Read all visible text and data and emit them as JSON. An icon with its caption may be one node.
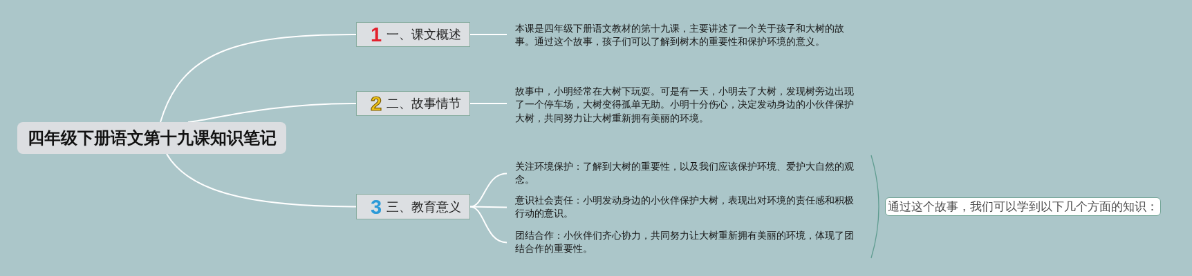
{
  "diagram": {
    "nodes": [
      {
        "text": [
          "四年级下册语文第十九课知识笔记"
        ]
      },
      {
        "text": [
          "1",
          "一、课文概述"
        ]
      },
      {
        "text": [
          "本课是四年级下册语文教材的第十九课，主要讲述了一个关于孩子和大树的故事。通过这个故事，孩子们可以了解到树木的重要性和保护环境的意义。"
        ]
      },
      {
        "text": [
          "2",
          "二、故事情节"
        ]
      },
      {
        "text": [
          "故事中，小明经常在大树下玩耍。可是有一天，小明去了大树，发现树旁边出现了一个停车场，大树变得孤单无助。小明十分伤心，决定发动身边的小伙伴保护大树，共同努力让大树重新拥有美丽的环境。"
        ]
      },
      {
        "text": [
          "3",
          "三、教育意义"
        ]
      },
      {
        "text": [
          "关注环境保护：了解到大树的重要性，以及我们应该保护环境、爱护大自然的观念。"
        ]
      },
      {
        "text": [
          "意识社会责任：小明发动身边的小伙伴保护大树，表现出对环境的责任感和积极行动的意识。"
        ]
      },
      {
        "text": [
          "团结合作：小伙伴们齐心协力，共同努力让大树重新拥有美丽的环境，体现了团结合作的重要性。"
        ]
      },
      {
        "text": [
          "通过这个故事，我们可以学到以下几个方面的知识："
        ]
      }
    ],
    "edges": [
      {
        "from": 0,
        "to": 1,
        "arrow": "none"
      },
      {
        "from": 0,
        "to": 3,
        "arrow": "none"
      },
      {
        "from": 0,
        "to": 5,
        "arrow": "none"
      },
      {
        "from": 1,
        "to": 2,
        "arrow": "none"
      },
      {
        "from": 3,
        "to": 4,
        "arrow": "none"
      },
      {
        "from": 5,
        "to": 6,
        "arrow": "none"
      },
      {
        "from": 5,
        "to": 7,
        "arrow": "none"
      },
      {
        "from": 5,
        "to": 8,
        "arrow": "none"
      }
    ]
  }
}
